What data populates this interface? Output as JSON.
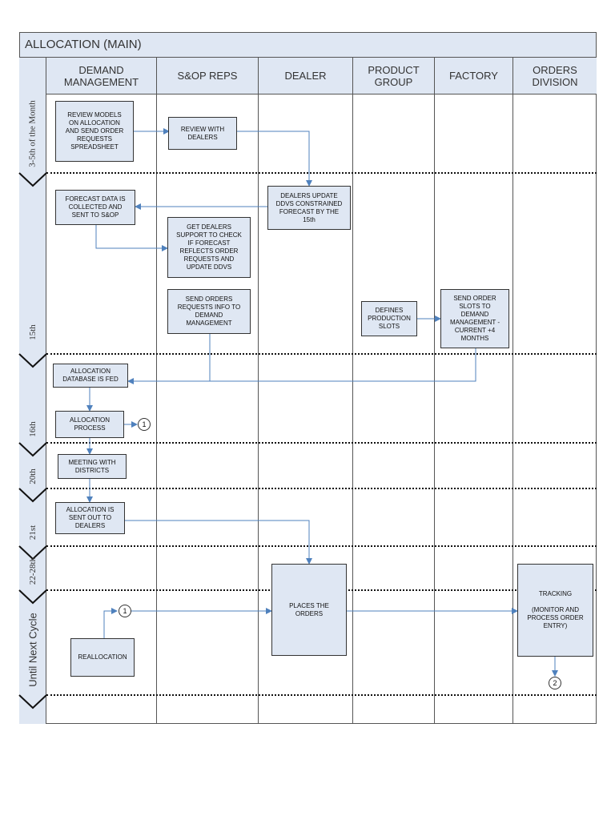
{
  "title": "ALLOCATION (MAIN)",
  "lanes": [
    {
      "id": "dm",
      "label": "DEMAND\nMANAGEMENT"
    },
    {
      "id": "sop",
      "label": "S&OP REPS"
    },
    {
      "id": "dealer",
      "label": "DEALER"
    },
    {
      "id": "pg",
      "label": "PRODUCT\nGROUP"
    },
    {
      "id": "factory",
      "label": "FACTORY"
    },
    {
      "id": "orders",
      "label": "ORDERS\nDIVISION"
    }
  ],
  "phases": [
    {
      "label": "3-5th of the Month"
    },
    {
      "label": "15th"
    },
    {
      "label": "16th"
    },
    {
      "label": "20th"
    },
    {
      "label": "21st"
    },
    {
      "label": "22-28th"
    },
    {
      "label": "Until Next Cycle"
    }
  ],
  "steps": {
    "review_models": "REVIEW MODELS\nON ALLOCATION\nAND SEND ORDER\nREQUESTS\nSPREADSHEET",
    "review_dealers": "REVIEW WITH\nDEALERS",
    "dealers_update": "DEALERS UPDATE\nDDVS CONSTRAINED\nFORECAST BY THE\n15th",
    "forecast_collected": "FORECAST DATA IS\nCOLLECTED AND\nSENT TO S&OP",
    "get_support": "GET DEALERS\nSUPPORT TO CHECK\nIF FORECAST\nREFLECTS ORDER\nREQUESTS AND\nUPDATE DDVS",
    "send_orders_info": "SEND ORDERS\nREQUESTS INFO TO\nDEMAND\nMANAGEMENT",
    "defines_slots": "DEFINES\nPRODUCTION\nSLOTS",
    "send_slots": "SEND ORDER\nSLOTS TO\nDEMAND\nMANAGEMENT -\nCURRENT +4\nMONTHS",
    "db_fed": "ALLOCATION\nDATABASE IS FED",
    "alloc_process": "ALLOCATION\nPROCESS",
    "meeting": "MEETING WITH\nDISTRICTS",
    "sent_dealers": "ALLOCATION IS\nSENT OUT TO\nDEALERS",
    "places_orders": "PLACES THE\nORDERS",
    "reallocation": "REALLOCATION",
    "tracking": "TRACKING\n\n(MONITOR AND\nPROCESS ORDER\nENTRY)"
  },
  "connectors": {
    "c1a": "1",
    "c1b": "1",
    "c2": "2"
  }
}
